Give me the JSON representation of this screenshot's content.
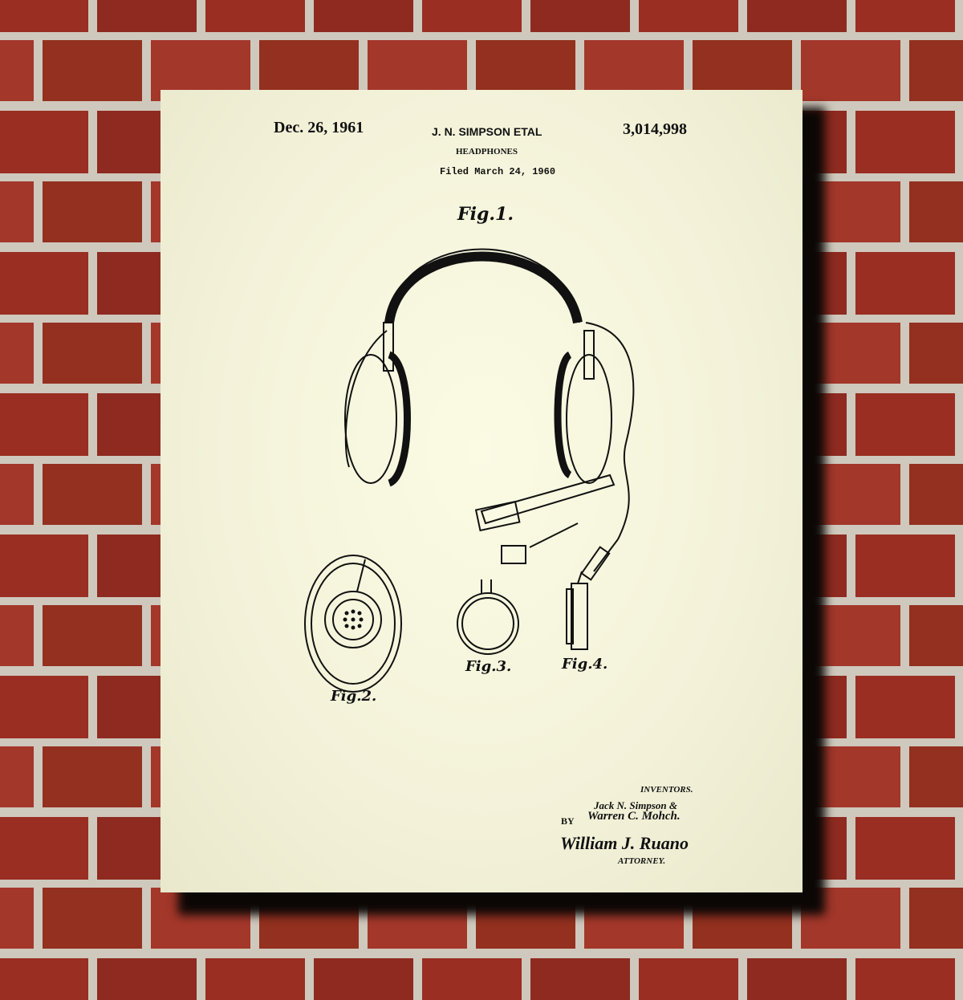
{
  "patent": {
    "date": "Dec. 26, 1961",
    "inventor_header": "J. N. SIMPSON ETAL",
    "number": "3,014,998",
    "title": "HEADPHONES",
    "filed": "Filed March 24, 1960"
  },
  "figures": {
    "fig1": "Fig.1.",
    "fig2": "Fig.2.",
    "fig3": "Fig.3.",
    "fig4": "Fig.4."
  },
  "signature_block": {
    "inventors_label": "INVENTORS.",
    "inventor_1": "Jack N. Simpson &",
    "inventor_2": "Warren C. Mohch.",
    "by_label": "BY",
    "attorney_signature": "William J. Ruano",
    "attorney_label": "ATTORNEY."
  },
  "colors": {
    "brick": "#9a2e22",
    "mortar": "#cfc8bd",
    "paper": "#f6f5dc",
    "ink": "#111111"
  }
}
